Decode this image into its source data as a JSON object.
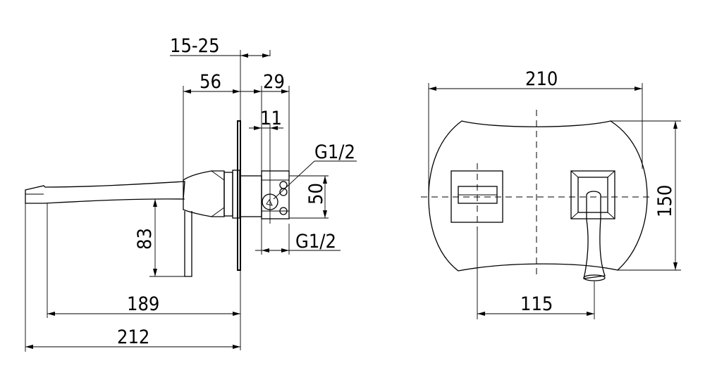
{
  "side_view": {
    "dim_15_25": "15-25",
    "dim_56": "56",
    "dim_29": "29",
    "dim_11": "11",
    "thread_top": "G1/2",
    "dim_50": "50",
    "thread_bottom": "G1/2",
    "dim_83": "83",
    "dim_189": "189",
    "dim_212": "212"
  },
  "front_view": {
    "dim_210": "210",
    "dim_150": "150",
    "dim_115": "115"
  }
}
